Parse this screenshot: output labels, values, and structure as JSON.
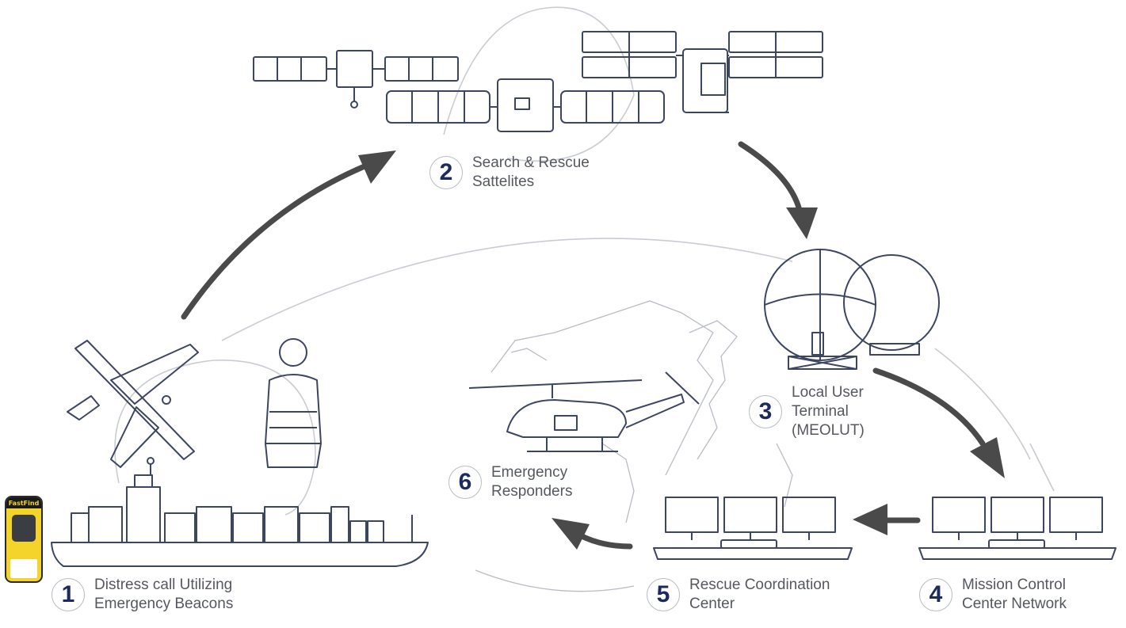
{
  "steps": [
    {
      "number": "1",
      "lines": [
        "Distress call Utilizing",
        "Emergency Beacons"
      ]
    },
    {
      "number": "2",
      "lines": [
        "Search & Rescue",
        "Sattelites"
      ]
    },
    {
      "number": "3",
      "lines": [
        "Local User",
        "Terminal",
        "(MEOLUT)"
      ]
    },
    {
      "number": "4",
      "lines": [
        "Mission Control",
        "Center Network"
      ]
    },
    {
      "number": "5",
      "lines": [
        "Rescue Coordination",
        "Center"
      ]
    },
    {
      "number": "6",
      "lines": [
        "Emergency",
        "Responders"
      ]
    }
  ],
  "beacon": {
    "brand_text": "FastFind"
  },
  "colors": {
    "number": "#1d2a5c",
    "label": "#55585f",
    "line_art": "#3d4660",
    "arrow": "#4a4a4a",
    "beacon": "#f4d32a"
  }
}
